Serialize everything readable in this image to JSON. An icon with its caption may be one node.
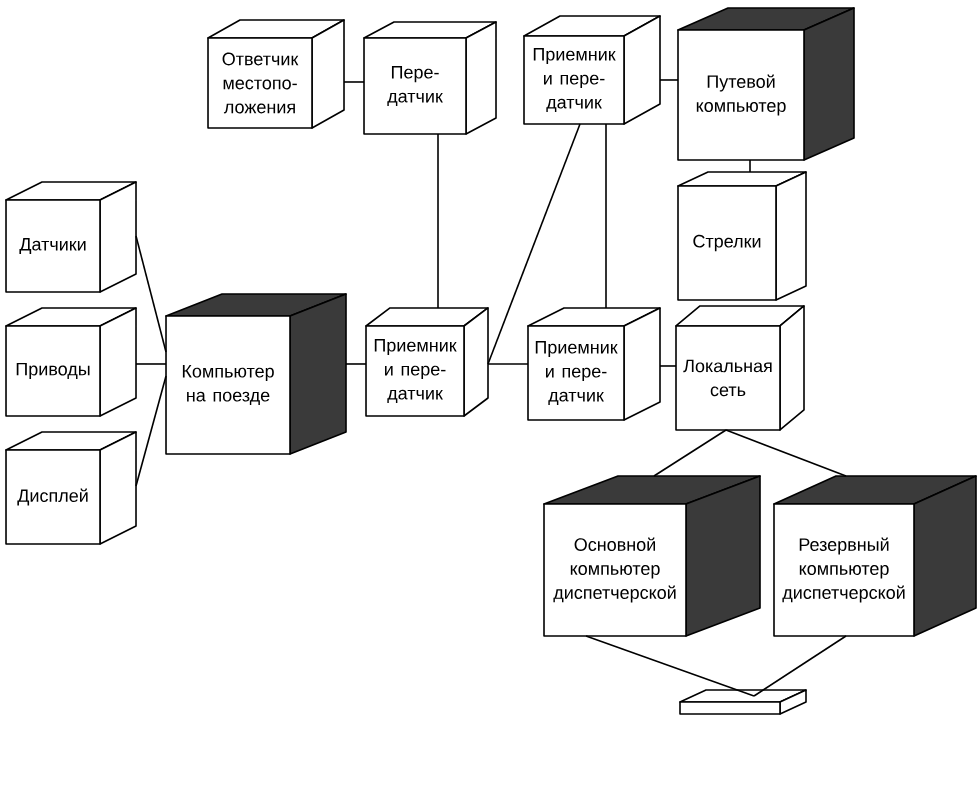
{
  "diagram": {
    "nodes": [
      {
        "text": [
          "Ответчик местопо- ложения"
        ]
      },
      {
        "text": [
          "Пере- датчик"
        ]
      },
      {
        "text": [
          "Приемник и пере- датчик"
        ]
      },
      {
        "text": [
          "Путевой компьютер"
        ]
      },
      {
        "text": [
          "Стрелки"
        ]
      },
      {
        "text": [
          "Датчики"
        ]
      },
      {
        "text": [
          "Приводы"
        ]
      },
      {
        "text": [
          "Дисплей"
        ]
      },
      {
        "text": [
          "Компьютер на поезде"
        ]
      },
      {
        "text": [
          "Приемник и пере- датчик"
        ]
      },
      {
        "text": [
          "Приемник и пере- датчик"
        ]
      },
      {
        "text": [
          "Локальная сеть"
        ]
      },
      {
        "text": [
          "Основной компьютер диспетчерской"
        ]
      },
      {
        "text": [
          "Резервный компьютер диспетчерской"
        ]
      },
      {
        "text": [],
        "shape": "box"
      }
    ],
    "edges": [
      {
        "from": 0,
        "to": 1,
        "arrow": "none"
      },
      {
        "from": 1,
        "to": 9,
        "arrow": "none"
      },
      {
        "from": 2,
        "to": 3,
        "arrow": "none"
      },
      {
        "from": 2,
        "to": 9,
        "arrow": "none"
      },
      {
        "from": 2,
        "to": 10,
        "arrow": "none"
      },
      {
        "from": 3,
        "to": 4,
        "arrow": "none"
      },
      {
        "from": 5,
        "to": 8,
        "arrow": "none"
      },
      {
        "from": 6,
        "to": 8,
        "arrow": "none"
      },
      {
        "from": 7,
        "to": 8,
        "arrow": "none"
      },
      {
        "from": 8,
        "to": 9,
        "arrow": "none"
      },
      {
        "from": 9,
        "to": 10,
        "arrow": "none"
      },
      {
        "from": 10,
        "to": 11,
        "arrow": "none"
      },
      {
        "from": 11,
        "to": 12,
        "arrow": "none"
      },
      {
        "from": 11,
        "to": 13,
        "arrow": "none"
      },
      {
        "from": 12,
        "to": 14,
        "arrow": "none"
      },
      {
        "from": 13,
        "to": 14,
        "arrow": "none"
      }
    ]
  }
}
